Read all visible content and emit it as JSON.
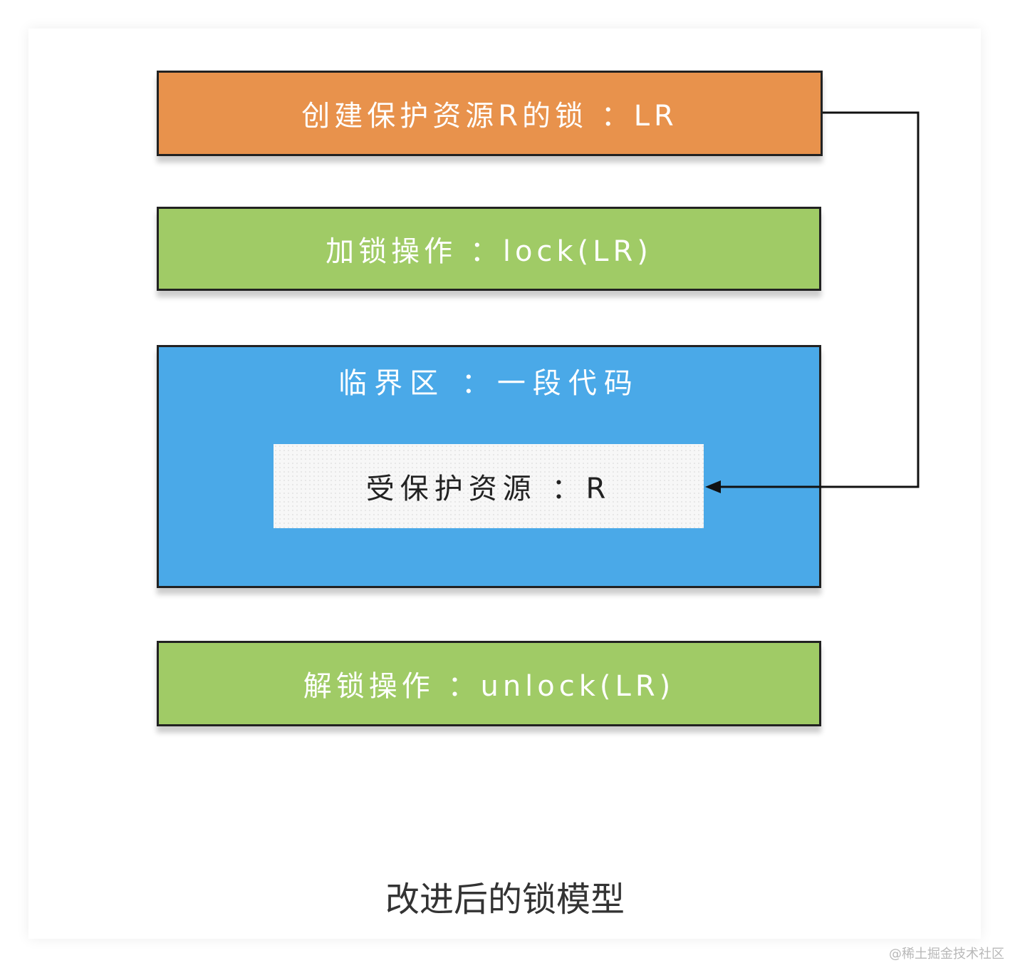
{
  "diagram": {
    "create_lock": "创建保护资源R的锁 ：LR",
    "lock_op": "加锁操作 ：lock(LR)",
    "critical_section": "临界区 ：一段代码",
    "protected_resource": "受保护资源 ：R",
    "unlock_op": "解锁操作 ：unlock(LR)",
    "caption": "改进后的锁模型"
  },
  "colors": {
    "create_box": "#e8924c",
    "op_box": "#a0cb66",
    "critical_box": "#4aa9e8",
    "resource_box": "#f7f7f7"
  },
  "watermark": "@稀土掘金技术社区"
}
